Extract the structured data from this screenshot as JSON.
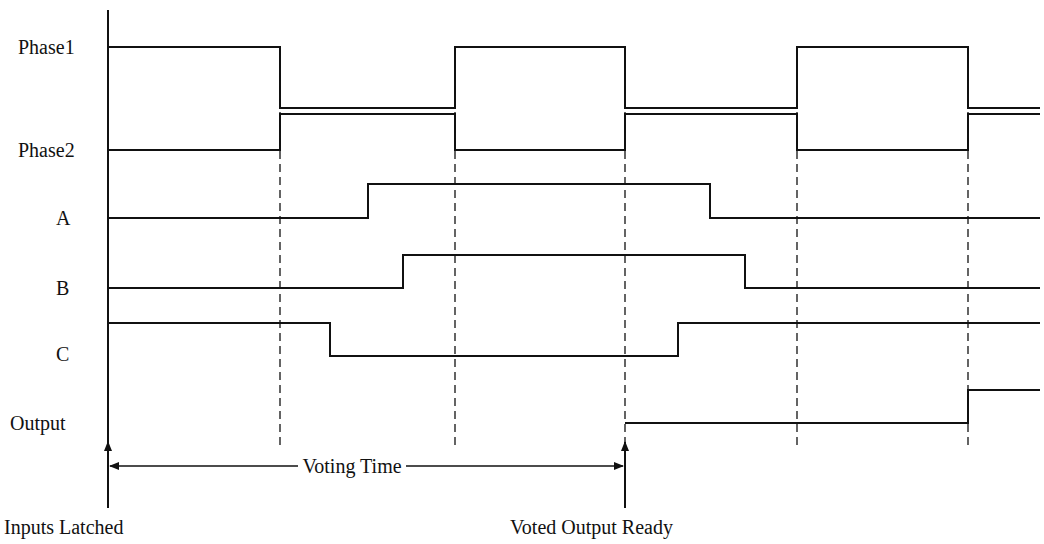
{
  "diagram": {
    "labels": [
      "Phase1",
      "Phase2",
      "A",
      "B",
      "C",
      "Output",
      "Voting Time",
      "Inputs Latched",
      "Voted Output Ready"
    ]
  }
}
